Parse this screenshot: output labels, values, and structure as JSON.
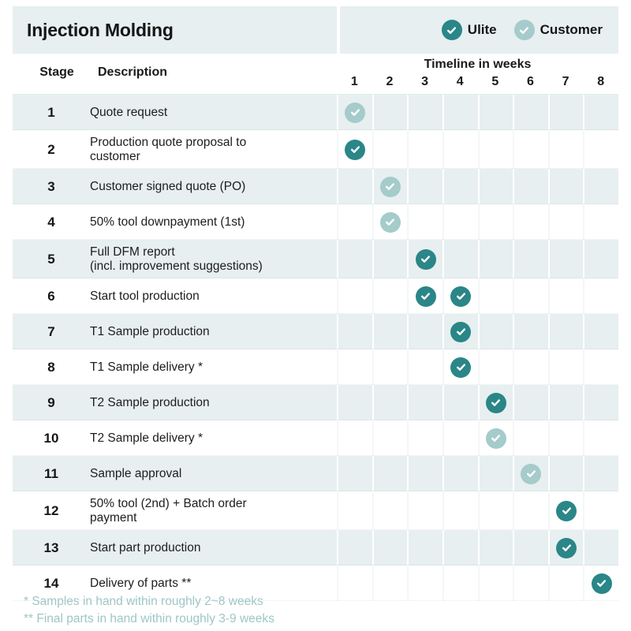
{
  "header": {
    "title": "Injection Molding",
    "legend": [
      {
        "label": "Ulite",
        "icon": "check-circle-icon",
        "color": "#2a8687"
      },
      {
        "label": "Customer",
        "icon": "check-circle-icon",
        "color": "#a5cbcb"
      }
    ]
  },
  "columns": {
    "stage": "Stage",
    "description": "Description",
    "timeline": "Timeline in weeks",
    "weeks": [
      "1",
      "2",
      "3",
      "4",
      "5",
      "6",
      "7",
      "8"
    ]
  },
  "colors": {
    "ulite": "#2a8687",
    "customer": "#a5cbcb",
    "row_shaded": "#e7eff0",
    "row_plain": "#ffffff",
    "footnote": "#9ec6c6",
    "title_bg": "#e7eff0"
  },
  "rows": [
    {
      "stage": "1",
      "description": [
        "Quote request"
      ],
      "marks": [
        {
          "week": 1,
          "owner": "customer"
        }
      ]
    },
    {
      "stage": "2",
      "description": [
        "Production quote proposal to",
        "customer"
      ],
      "marks": [
        {
          "week": 1,
          "owner": "ulite"
        }
      ]
    },
    {
      "stage": "3",
      "description": [
        "Customer signed quote  (PO)"
      ],
      "marks": [
        {
          "week": 2,
          "owner": "customer"
        }
      ]
    },
    {
      "stage": "4",
      "description": [
        "50% tool downpayment  (1st)"
      ],
      "marks": [
        {
          "week": 2,
          "owner": "customer"
        }
      ]
    },
    {
      "stage": "5",
      "description": [
        "Full DFM report",
        "(incl. improvement suggestions)"
      ],
      "marks": [
        {
          "week": 3,
          "owner": "ulite"
        }
      ]
    },
    {
      "stage": "6",
      "description": [
        "Start tool production"
      ],
      "marks": [
        {
          "week": 3,
          "owner": "ulite"
        },
        {
          "week": 4,
          "owner": "ulite"
        }
      ]
    },
    {
      "stage": "7",
      "description": [
        "T1 Sample production"
      ],
      "marks": [
        {
          "week": 4,
          "owner": "ulite"
        }
      ]
    },
    {
      "stage": "8",
      "description": [
        "T1 Sample delivery *"
      ],
      "marks": [
        {
          "week": 4,
          "owner": "ulite"
        }
      ]
    },
    {
      "stage": "9",
      "description": [
        "T2 Sample production"
      ],
      "marks": [
        {
          "week": 5,
          "owner": "ulite"
        }
      ]
    },
    {
      "stage": "10",
      "description": [
        "T2 Sample delivery *"
      ],
      "marks": [
        {
          "week": 5,
          "owner": "customer"
        }
      ]
    },
    {
      "stage": "11",
      "description": [
        "Sample approval"
      ],
      "marks": [
        {
          "week": 6,
          "owner": "customer"
        }
      ]
    },
    {
      "stage": "12",
      "description": [
        "50% tool (2nd) + Batch order",
        "payment"
      ],
      "marks": [
        {
          "week": 7,
          "owner": "ulite"
        }
      ]
    },
    {
      "stage": "13",
      "description": [
        "Start part production"
      ],
      "marks": [
        {
          "week": 7,
          "owner": "ulite"
        }
      ]
    },
    {
      "stage": "14",
      "description": [
        "Delivery of parts **"
      ],
      "marks": [
        {
          "week": 8,
          "owner": "ulite"
        }
      ]
    }
  ],
  "footnotes": [
    "* Samples in hand within roughly 2~8 weeks",
    "** Final parts in hand within roughly 3-9 weeks"
  ]
}
